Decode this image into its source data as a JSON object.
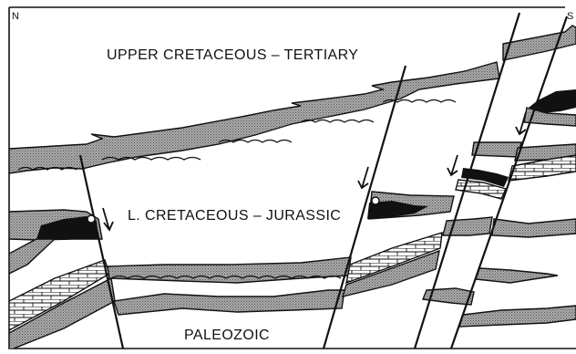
{
  "orientation": {
    "left": "N",
    "right": "S"
  },
  "units": {
    "upper": "UPPER CRETACEOUS – TERTIARY",
    "middle": "L. CRETACEOUS – JURASSIC",
    "lower": "PALEOZOIC"
  },
  "colors": {
    "line": "#111111",
    "background": "#ffffff",
    "shale_fill": "#9a9a9a",
    "hydrocarbon": "#111111"
  },
  "symbols": {
    "fault_movement": "down-arrow-icon",
    "well": "well-circle-icon"
  }
}
